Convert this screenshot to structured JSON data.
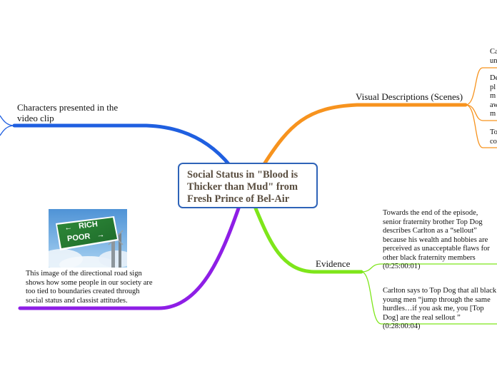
{
  "central_topic": "Social Status in \"Blood is Thicker than Mud\" from Fresh Prince of Bel-Air",
  "branches": {
    "characters": {
      "label": "Characters presented in the video clip",
      "color": "#1f5fe0"
    },
    "visual": {
      "label": "Visual Descriptions (Scenes)",
      "color": "#f7931e",
      "items": [
        {
          "lines": [
            "Ca",
            "un"
          ]
        },
        {
          "lines": [
            "De",
            "pl",
            "m",
            "aw",
            "m"
          ]
        },
        {
          "lines": [
            "To",
            "co"
          ]
        }
      ]
    },
    "evidence": {
      "label": "Evidence",
      "color": "#7ee61a",
      "items": [
        {
          "text": "Towards the end of the episode, senior fraternity brother Top Dog describes Carlton as a “sellout” because his wealth and hobbies are perceived as unacceptable flaws for other black fraternity members (0:25:00:01)"
        },
        {
          "text": "Carlton says to Top Dog that all black young men “jump through the same hurdles…if you ask me, you [Top Dog] are the real sellout ” (0:28:00:04)"
        }
      ]
    },
    "image_note": {
      "color": "#8e1ee6",
      "text": "This image of the directional road sign shows how some people in our society are too tied to boundaries created through social status and classist attitudes.",
      "sign": {
        "top_word": "RICH",
        "bottom_word": "POOR",
        "top_arrow": "←",
        "bottom_arrow": "→"
      }
    }
  }
}
